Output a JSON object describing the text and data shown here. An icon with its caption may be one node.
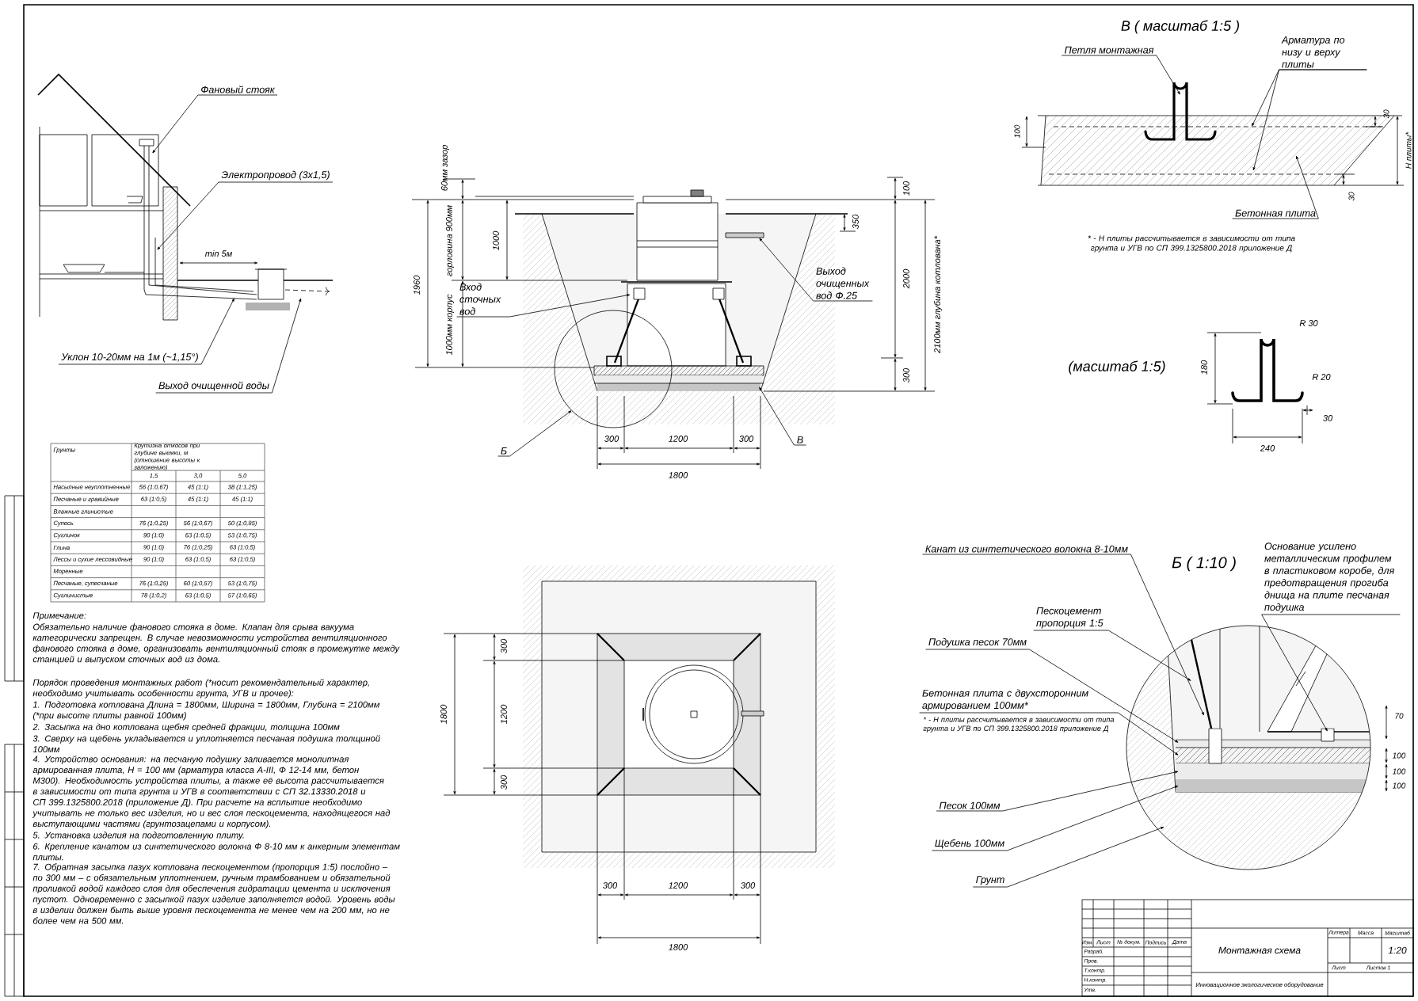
{
  "diagram": {
    "nodes": [
      {
        "text": [
          "Фановый стояк"
        ]
      },
      {
        "text": [
          "Электропровод (3х1,5)"
        ]
      },
      {
        "text": [
          "Уклон 10-20мм на 1м (~1,15°)"
        ]
      },
      {
        "text": [
          "Выход очищенной воды"
        ]
      },
      {
        "text": [
          "Вход сточных вод"
        ]
      },
      {
        "text": [
          "Выход очищенных вод Ф.25"
        ]
      },
      {
        "text": [
          "Б"
        ]
      },
      {
        "text": [
          "В"
        ]
      },
      {
        "text": [
          "Петля монтажная"
        ]
      },
      {
        "text": [
          "Арматура по низу и верху плиты"
        ]
      },
      {
        "text": [
          "Бетонная плита"
        ]
      },
      {
        "text": [
          "Канат из синтетического волокна 8-10мм"
        ]
      },
      {
        "text": [
          "Пескоцемент пропорция 1:5"
        ]
      },
      {
        "text": [
          "Подушка песок 70мм"
        ]
      },
      {
        "text": [
          "Бетонная плита с двухсторонним армированием 100мм*"
        ],
        "beside": [
          "* - H плиты рассчитывается в зависимости от типа грунта и УГВ по СП 399.1325800.2018 приложение Д"
        ]
      },
      {
        "text": [
          "Песок 100мм"
        ]
      },
      {
        "text": [
          "Щебень 100мм"
        ]
      },
      {
        "text": [
          "Грунт"
        ]
      },
      {
        "text": [
          "Основание усилено металлическим профилем в пластиковом коробе, для предотвращения прогиба днища на плите песчаная подушка"
        ]
      }
    ],
    "edges": [
      {
        "from": 0,
        "to": null,
        "arrow": "to"
      },
      {
        "from": 1,
        "to": null,
        "arrow": "to"
      },
      {
        "from": 2,
        "to": null,
        "arrow": "to"
      },
      {
        "from": 3,
        "to": null,
        "arrow": "to"
      },
      {
        "from": 4,
        "to": null,
        "arrow": "to"
      },
      {
        "from": 5,
        "to": null,
        "arrow": "to"
      },
      {
        "from": 6,
        "to": null,
        "arrow": "to"
      },
      {
        "from": 7,
        "to": null,
        "arrow": "to"
      },
      {
        "from": 8,
        "to": null,
        "arrow": "to"
      },
      {
        "from": 9,
        "to": null,
        "arrow": "to"
      },
      {
        "from": 9,
        "to": null,
        "arrow": "to"
      },
      {
        "from": 10,
        "to": null,
        "arrow": "to"
      },
      {
        "from": 11,
        "to": null,
        "arrow": "to"
      },
      {
        "from": 12,
        "to": null,
        "arrow": "to"
      },
      {
        "from": 13,
        "to": null,
        "arrow": "to"
      },
      {
        "from": 14,
        "to": null,
        "arrow": "to"
      },
      {
        "from": 15,
        "to": null,
        "arrow": "to"
      },
      {
        "from": 16,
        "to": null,
        "arrow": "to"
      },
      {
        "from": 17,
        "to": null,
        "arrow": "to"
      },
      {
        "from": 18,
        "to": null,
        "arrow": "to"
      }
    ],
    "labels": [
      "В ( масштаб 1:5 )",
      "30",
      "100",
      "H плиты*",
      "30",
      "* - H плиты рассчитывается в зависимости от типа грунта и УГВ по СП 399.1325800.2018 приложение Д",
      "60мм зазор",
      "1960",
      "горловина 900мм",
      "1000",
      "1000мм корпус",
      "100",
      "350",
      "2000",
      "300",
      "2100мм глубина котлована*",
      "min 5м",
      "(масштаб 1:5)",
      "R 30",
      "180",
      "R 20",
      "30",
      "240",
      "300",
      "1200",
      "300",
      "1800",
      "Грунты",
      "Крутизна откосов при глубине выемки, м (отношение высоты к заложению)",
      "1,5",
      "3,0",
      "5,0",
      "Насыпные неуплотненные",
      "56 (1:0,67)",
      "45 (1:1)",
      "38 (1:1,25)",
      "Песчаные и гравийные",
      "63 (1:0,5)",
      "45 (1:1)",
      "45 (1:1)",
      "Влажные глинистые",
      "Супесь",
      "76 (1:0,25)",
      "56 (1:0,67)",
      "50 (1:0,85)",
      "Суглинок",
      "90 (1:0)",
      "63 (1:0,5)",
      "53 (1:0,75)",
      "Глина",
      "90 (1:0)",
      "76 (1:0,25)",
      "63 (1:0,5)",
      "Лессы и сухие лессовидные",
      "90 (1:0)",
      "63 (1:0,5)",
      "63 (1:0,5)",
      "Моренные",
      "Песчаные, супесчаные",
      "76 (1:0,25)",
      "60 (1:0,57)",
      "53 (1:0,75)",
      "Суглинистые",
      "78 (1:0,2)",
      "63 (1:0,5)",
      "57 (1:0,65)",
      "Примечание:",
      "Обязательно наличие фанового стояка в доме. Клапан для срыва вакуума категорически запрещен. В случае невозможности устройства вентиляционного фанового стояка в доме, организовать вентиляционный стояк в промежутке между станцией и выпуском сточных вод из дома.",
      "Порядок проведения монтажных работ (*носит рекомендательный характер, необходимо учитывать особенности грунта, УГВ и прочее):",
      "1. Подготовка котлована Длина = 1800мм, Ширина = 1800мм, Глубина = 2100мм (*при высоте плиты равной 100мм)",
      "2. Засыпка на дно котлована щебня средней фракции, толщина 100мм",
      "3. Сверху на щебень укладывается и уплотняется песчаная подушка толщиной 100мм",
      "4. Устройство основания: на песчаную подушку заливается монолитная армированная плита, Н = 100 мм (арматура класса А-III, Ф 12-14 мм, бетон М300). Необходимость устройства плиты, а также её высота рассчитывается в зависимости от типа грунта и УГВ в соответствии с СП 32.13330.2018 и СП 399.1325800.2018 (приложение Д). При расчете на всплытие необходимо учитывать не только вес изделия, но и вес слоя пескоцемента, находящегося над выступающими частями (грунтозацепами и корпусом).",
      "5. Установка изделия на подготовленную плиту.",
      "6. Крепление канатом из синтетического волокна Ф 8-10 мм к анкерным элементам плиты.",
      "7. Обратная засыпка пазух котлована пескоцементом (пропорция 1:5) послойно – по 300 мм – с обязательным уплотнением, ручным трамбованием и обязательной проливкой водой каждого слоя для обеспечения гидратации цемента и исключения пустот. Одновременно с засыпкой пазух изделие заполняется водой. Уровень воды в изделии должен быть выше уровня пескоцемента не менее чем на 200 мм, но не более чем на 500 мм.",
      "1800",
      "300",
      "1200",
      "300",
      "300",
      "1200",
      "300",
      "1800",
      "Б ( 1:10 )",
      "70",
      "100",
      "100",
      "100",
      "Изм.",
      "Лист",
      "№ докум.",
      "Подпись",
      "Дата",
      "Разраб.",
      "Пров.",
      "Т.контр.",
      "Н.контр.",
      "Утв.",
      "Монтажная схема",
      "Литера",
      "Масса",
      "Масштаб",
      "1:20",
      "Лист",
      "Листов 1",
      "Инновационное экологическое оборудование"
    ]
  }
}
